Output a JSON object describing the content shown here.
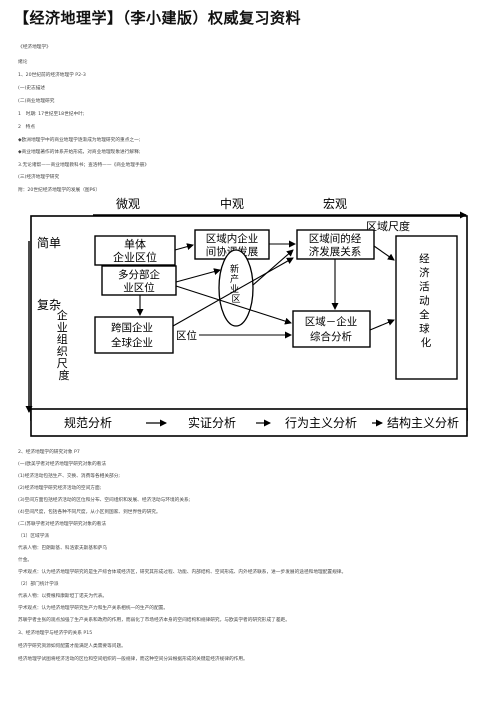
{
  "title": "【经济地理学】（李小建版）权威复习资料",
  "top_lines": [
    "《经济地理学》",
    "绪论",
    "1、20世纪前的经济地理学 P2-3",
    "(一)史志描述",
    "(二)商业地理研究",
    "1　时期: 17世纪至18世纪中叶;",
    "2　特点",
    "◆欧洲地理学中的商业地理学逐渐成为地理研究的重点之一;",
    "◆商业地理著作的体系开始形成，对商业地理现象进行解释;",
    "3.无论诸帮——商业地理教科书；查洛特——《商业地理手册》",
    "(三)经济地理学研究",
    "附：20世纪经济地理学的发展（图P6）"
  ],
  "diagram": {
    "scale_top": [
      "微观",
      "中观",
      "宏观"
    ],
    "scale_label": "区域尺度",
    "left_top": "简单",
    "left_bottom": "复杂",
    "left_vertical": [
      "企",
      "业",
      "组",
      "织",
      "尺",
      "度"
    ],
    "boxes": {
      "single": [
        "单体",
        "企业区位"
      ],
      "regional": [
        "区域内企业",
        "间协调发展"
      ],
      "inter": [
        "区域间的经",
        "济发展关系"
      ],
      "multi": [
        "多分部企",
        "业区位"
      ],
      "new": [
        "新",
        "产",
        "业",
        "区"
      ],
      "trans": [
        "跨国企业",
        "全球企业"
      ],
      "trans_side": "区位",
      "comp": [
        "区域－企业",
        "综合分析"
      ],
      "global": [
        "经",
        "济",
        "活",
        "动",
        "全",
        "球",
        "化"
      ]
    },
    "bottom": [
      "规范分析",
      "实证分析",
      "行为主义分析",
      "结构主义分析"
    ]
  },
  "bottom_lines": [
    "2、经济地理学的研究对象 P7",
    "(一)欧美学者对经济地理学研究对象的看法",
    "(1)经济活动包括生产、交换、消费等各相关部分;",
    "(2)经济地理学研究经济活动的空间方面;",
    "(3)空间方面包括经济活动的区位和分布、空间组织和发展、经济活动与环境的关系;",
    "(4)空间尺度，包括各种不同尺度，从小区到国家、到世界性的研究。",
    "(二)苏联学者对经济地理学研究对象的看法",
    "（1）区域学派",
    "代表人物：巴朗斯基、科洛索夫斯基和萨乌",
    "什金。",
    "学术观点：认为经济地理学研究的是生产综合体或经济区，研究其形成过程、功能、内部结构、空间形成、内外经济联系，进一步发展的途径和地理配置规律。",
    "（2）部门统计学派",
    "代表人物：以费根和康斯坦丁诺夫为代表。",
    "学术观点：认为经济地理学研究生产力和生产关系相统一的生产的配置。",
    "苏联学者主张的观点加强了生产关系和政府的作用，而弱化了市场经济本身的空间结构和规律研究，与欧美学者的研究形成了差距。",
    "3、经济地理学与经济学的关系 P15",
    "经济学研究资源如何配置才能满足人类需要等问题。",
    "经济地理学试图将经济活动的区位和空间组织的一般规律，而这种空间分异根据形成的关键是经济规律的作用。"
  ]
}
